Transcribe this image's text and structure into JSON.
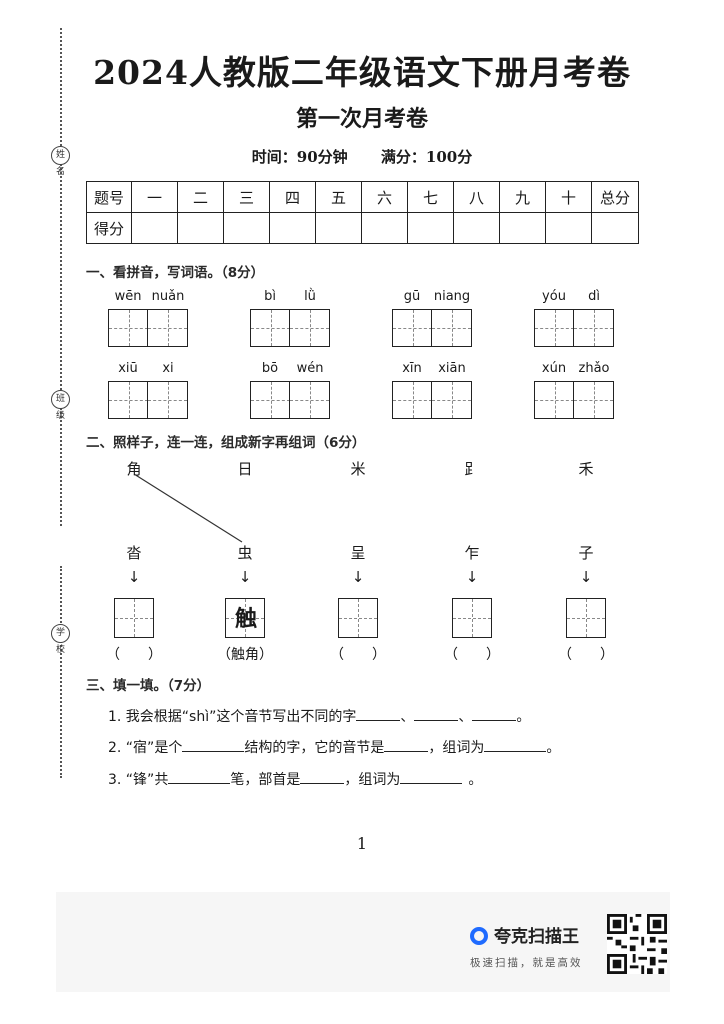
{
  "title": "2024人教版二年级语文下册月考卷",
  "subtitle": "第一次月考卷",
  "exam_info": {
    "time": "时间：90分钟",
    "full_score": "满分：100分"
  },
  "score_table": {
    "row_header_1": "题号",
    "columns": [
      "一",
      "二",
      "三",
      "四",
      "五",
      "六",
      "七",
      "八",
      "九",
      "十",
      "总分"
    ],
    "row_header_2": "得分"
  },
  "section1": {
    "heading": "一、看拼音，写词语。（8分）",
    "words": [
      [
        "wēn",
        "nuǎn"
      ],
      [
        "bì",
        "lǜ"
      ],
      [
        "gū",
        "niang"
      ],
      [
        "yóu",
        "dì"
      ],
      [
        "xiū",
        "xi"
      ],
      [
        "bō",
        "wén"
      ],
      [
        "xīn",
        "xiān"
      ],
      [
        "xún",
        "zhǎo"
      ]
    ]
  },
  "section2": {
    "heading": "二、照样子，连一连，组成新字再组词（6分）",
    "top_chars": [
      "角",
      "日",
      "米",
      "𧾷",
      "禾"
    ],
    "bottom_chars": [
      "沓",
      "虫",
      "呈",
      "乍",
      "子"
    ],
    "arrow": "↓",
    "example_char": "触",
    "example_word": "（触角）",
    "empty_paren": "（　　）"
  },
  "section3": {
    "heading": "三、填一填。（7分）",
    "q1_a": "1. 我会根据“shì”这个音节写出不同的字",
    "sep": "、",
    "period": "。",
    "q2_a": "2. “宿”是个",
    "q2_b": "结构的字，它的音节是",
    "q2_c": "，组词为",
    "q3_a": "3. “锋”共",
    "q3_b": "笔，部首是",
    "q3_c": "，组词为"
  },
  "page_number": "1",
  "binding_labels": [
    "姓名",
    "班级",
    "学校"
  ],
  "footer": {
    "brand": "夸克扫描王",
    "slogan": "极速扫描，就是高效"
  },
  "colors": {
    "brand_blue": "#1f6bff"
  }
}
